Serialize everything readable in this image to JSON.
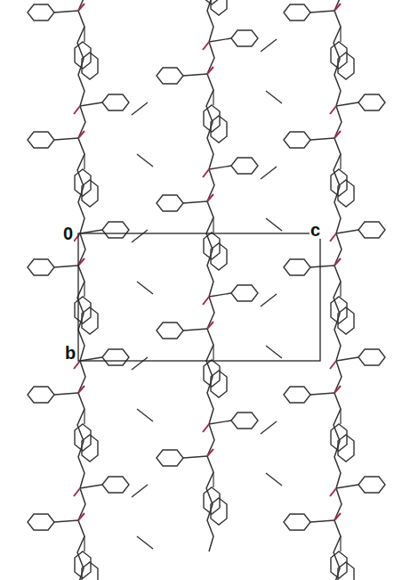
{
  "diagram": {
    "labels": [
      "0",
      "b",
      "c"
    ]
  }
}
